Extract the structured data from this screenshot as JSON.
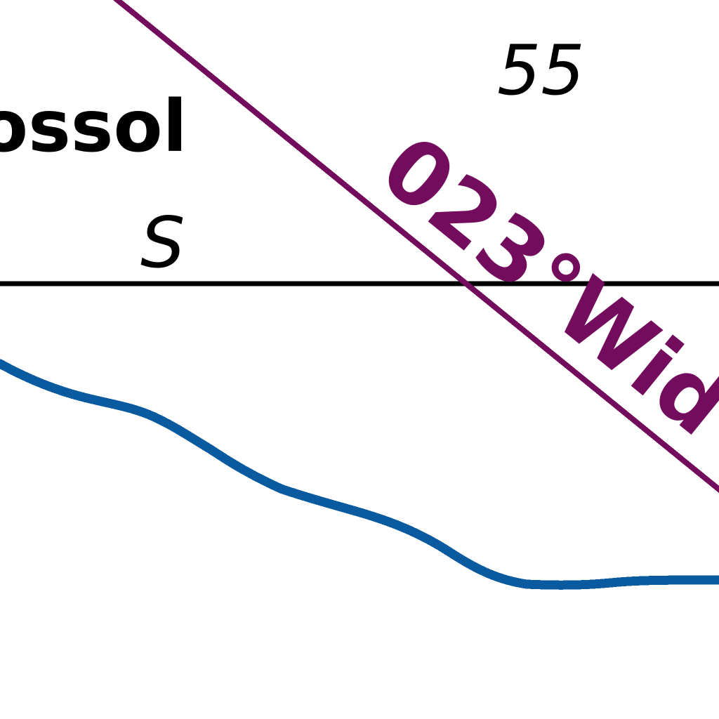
{
  "map": {
    "place_label": "ossol",
    "sector_top": "55",
    "sector_left": "S",
    "route_label": "023°Wid",
    "colors": {
      "background": "#ffffff",
      "route": "#740c5e",
      "boundary": "#000000",
      "water": "#0a5aa0",
      "text": "#000000"
    }
  }
}
